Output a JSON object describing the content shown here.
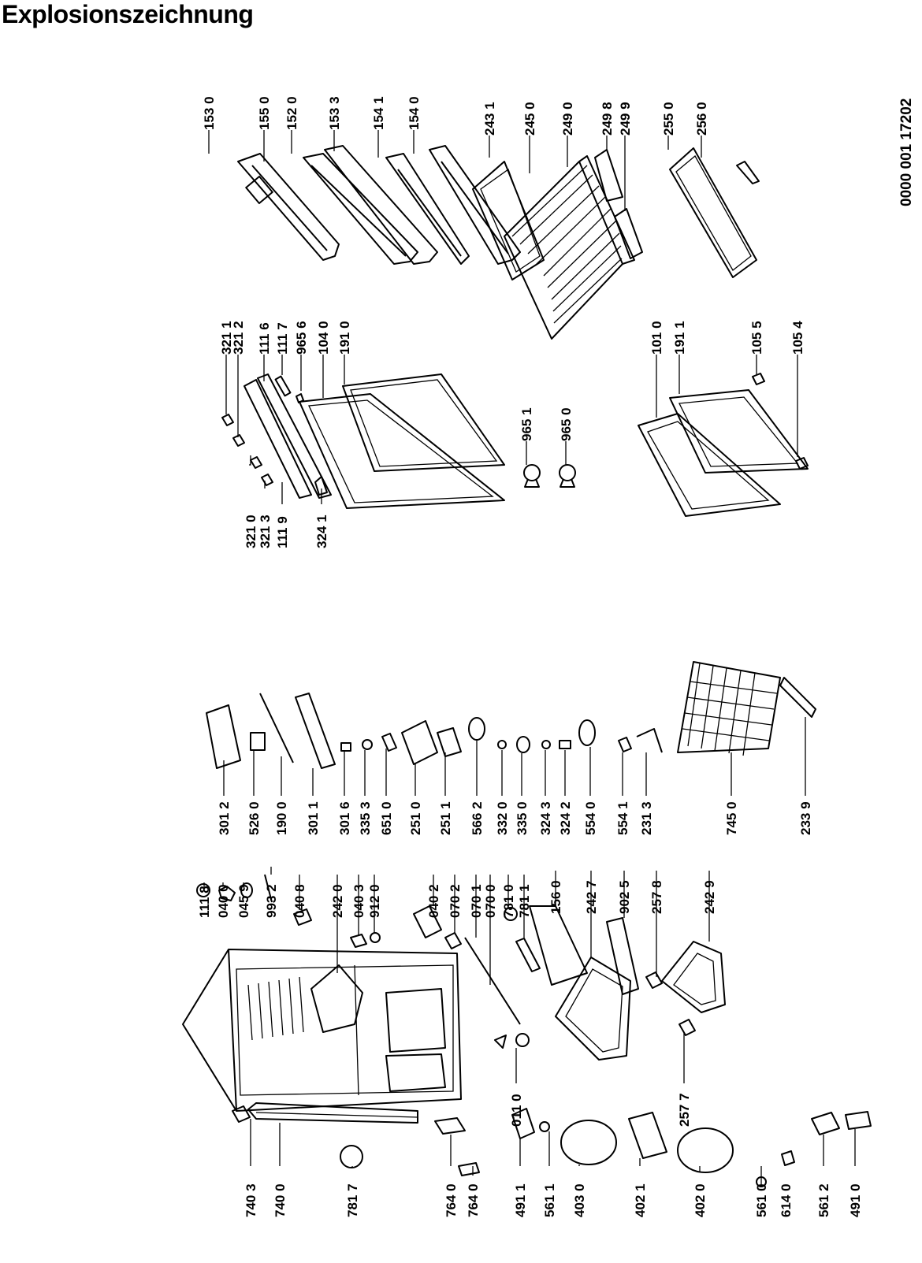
{
  "title": "Explosionszeichnung",
  "document_number": "0000 001 17202",
  "part_labels": [
    "153 0",
    "155 0",
    "152 0",
    "153 3",
    "154 1",
    "154 0",
    "243 1",
    "245 0",
    "249 0",
    "249 8",
    "249 9",
    "255 0",
    "256 0",
    "321 1",
    "321 2",
    "111 6",
    "111 7",
    "965 6",
    "104 0",
    "191 0",
    "321 0",
    "321 3",
    "111 9",
    "324 1",
    "965 1",
    "965 0",
    "101 0",
    "191 1",
    "105 5",
    "105 4",
    "301 2",
    "526 0",
    "190 0",
    "301 1",
    "301 6",
    "335 3",
    "651 0",
    "251 0",
    "251 1",
    "566 2",
    "332 0",
    "335 0",
    "324 3",
    "324 2",
    "554 0",
    "554 1",
    "231 3",
    "745 0",
    "233 9",
    "111 8",
    "040 0",
    "045 9",
    "993 2",
    "040 8",
    "242 0",
    "040 3",
    "912 0",
    "040 2",
    "070 2",
    "070 1",
    "070 0",
    "781 0",
    "781 1",
    "156 0",
    "242 7",
    "902 5",
    "257 8",
    "242 9",
    "011 0",
    "257 7",
    "740 3",
    "740 0",
    "781 7",
    "764 0",
    "764 0",
    "491 1",
    "561 1",
    "403 0",
    "402 1",
    "402 0",
    "561 0",
    "614 0",
    "561 2",
    "491 0"
  ]
}
